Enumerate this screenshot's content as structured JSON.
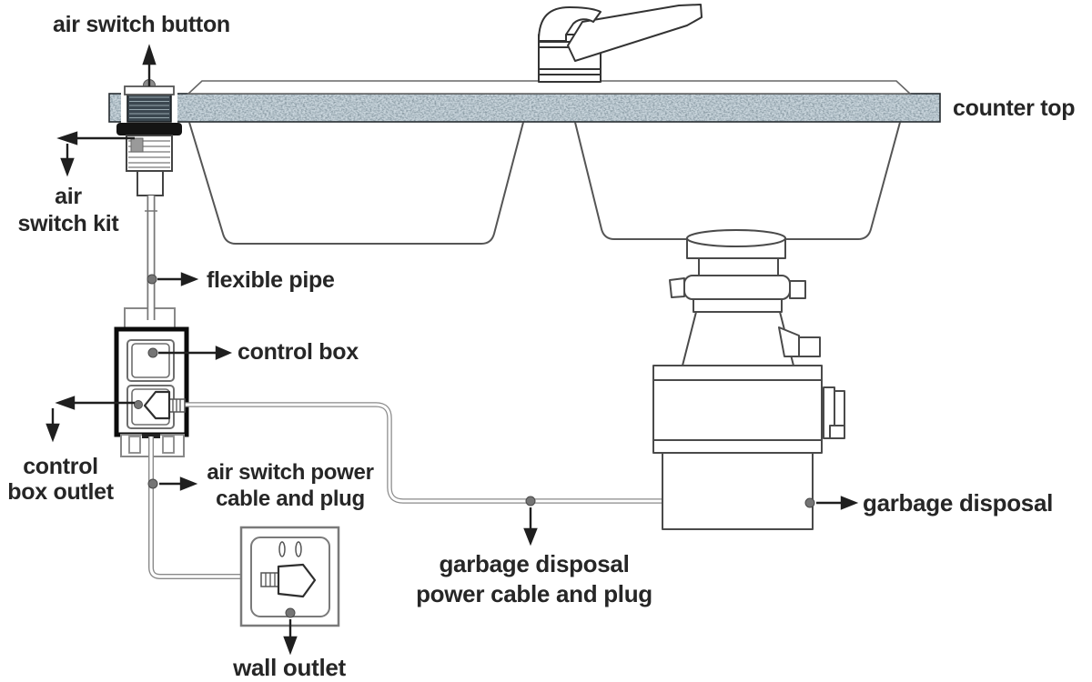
{
  "diagram": {
    "type": "garbage-disposal-air-switch-installation-diagram",
    "labels": {
      "air_switch_button": "air switch button",
      "counter_top": "counter top",
      "air_switch_kit_line1": "air",
      "air_switch_kit_line2": "switch kit",
      "flexible_pipe": "flexible pipe",
      "control_box": "control box",
      "control_box_outlet_line1": "control",
      "control_box_outlet_line2": "box outlet",
      "air_switch_power_line1": "air switch power",
      "air_switch_power_line2": "cable and plug",
      "wall_outlet": "wall outlet",
      "gd_power_line1": "garbage disposal",
      "gd_power_line2": "power cable and plug",
      "garbage_disposal": "garbage disposal"
    },
    "colors": {
      "background": "#ffffff",
      "label_text": "#262626",
      "outline": "#4a4a4a",
      "arrow": "#1f1f1f",
      "callout_dot": "#757575",
      "control_box_frame": "#0b0b0b",
      "granite_dark": "#2e3b43",
      "granite_mid": "#5f7078",
      "granite_light": "#93a5ae",
      "cable": "#8a8a8a"
    }
  }
}
